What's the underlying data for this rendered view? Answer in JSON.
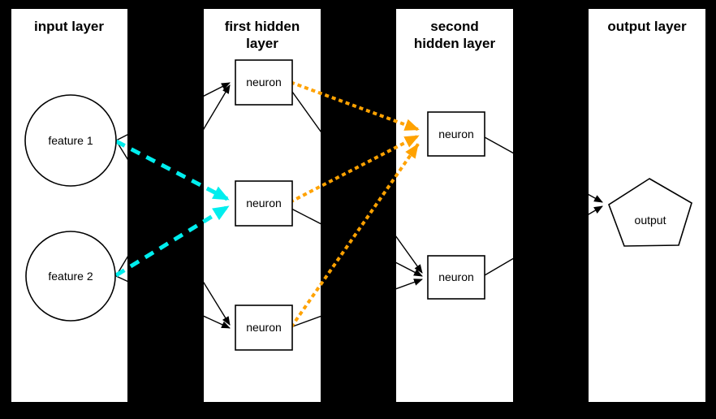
{
  "layers": [
    {
      "name": "input layer",
      "title_lines": [
        "input layer"
      ]
    },
    {
      "name": "first hidden layer",
      "title_lines": [
        "first hidden",
        "layer"
      ]
    },
    {
      "name": "second hidden layer",
      "title_lines": [
        "second",
        "hidden layer"
      ]
    },
    {
      "name": "output layer",
      "title_lines": [
        "output layer"
      ]
    }
  ],
  "nodes": {
    "feature1": {
      "label": "feature 1",
      "shape": "circle"
    },
    "feature2": {
      "label": "feature 2",
      "shape": "circle"
    },
    "hidden1_neuron1": {
      "label": "neuron",
      "shape": "rect"
    },
    "hidden1_neuron2": {
      "label": "neuron",
      "shape": "rect",
      "highlight": "cyan"
    },
    "hidden1_neuron3": {
      "label": "neuron",
      "shape": "rect"
    },
    "hidden2_neuron1": {
      "label": "neuron",
      "shape": "rect",
      "highlight": "orange"
    },
    "hidden2_neuron2": {
      "label": "neuron",
      "shape": "rect"
    },
    "output": {
      "label": "output",
      "shape": "pentagon"
    }
  },
  "edges": [
    {
      "from": "feature1",
      "to": "hidden1_neuron1",
      "style": "solid-black-arrow"
    },
    {
      "from": "feature1",
      "to": "hidden1_neuron3",
      "style": "solid-black-arrow"
    },
    {
      "from": "feature2",
      "to": "hidden1_neuron1",
      "style": "solid-black-arrow"
    },
    {
      "from": "feature2",
      "to": "hidden1_neuron3",
      "style": "solid-black-arrow"
    },
    {
      "from": "feature1",
      "to": "hidden1_neuron2",
      "style": "dashed-cyan-arrow"
    },
    {
      "from": "feature2",
      "to": "hidden1_neuron2",
      "style": "dashed-cyan-arrow"
    },
    {
      "from": "hidden1_neuron1",
      "to": "hidden2_neuron1",
      "style": "dotted-orange-arrow"
    },
    {
      "from": "hidden1_neuron2",
      "to": "hidden2_neuron1",
      "style": "dotted-orange-arrow"
    },
    {
      "from": "hidden1_neuron3",
      "to": "hidden2_neuron1",
      "style": "dotted-orange-arrow"
    },
    {
      "from": "hidden1_neuron1",
      "to": "hidden2_neuron2",
      "style": "solid-black-arrow"
    },
    {
      "from": "hidden1_neuron2",
      "to": "hidden2_neuron2",
      "style": "solid-black-arrow"
    },
    {
      "from": "hidden1_neuron3",
      "to": "hidden2_neuron2",
      "style": "solid-black-arrow"
    },
    {
      "from": "hidden2_neuron1",
      "to": "output",
      "style": "solid-black-arrow"
    },
    {
      "from": "hidden2_neuron2",
      "to": "output",
      "style": "solid-black-arrow"
    }
  ],
  "colors": {
    "background": "#000000",
    "panel_fill": "#ffffff",
    "outline": "#000000",
    "cyan_highlight": "#00eeee",
    "orange_highlight": "#ffa200"
  }
}
